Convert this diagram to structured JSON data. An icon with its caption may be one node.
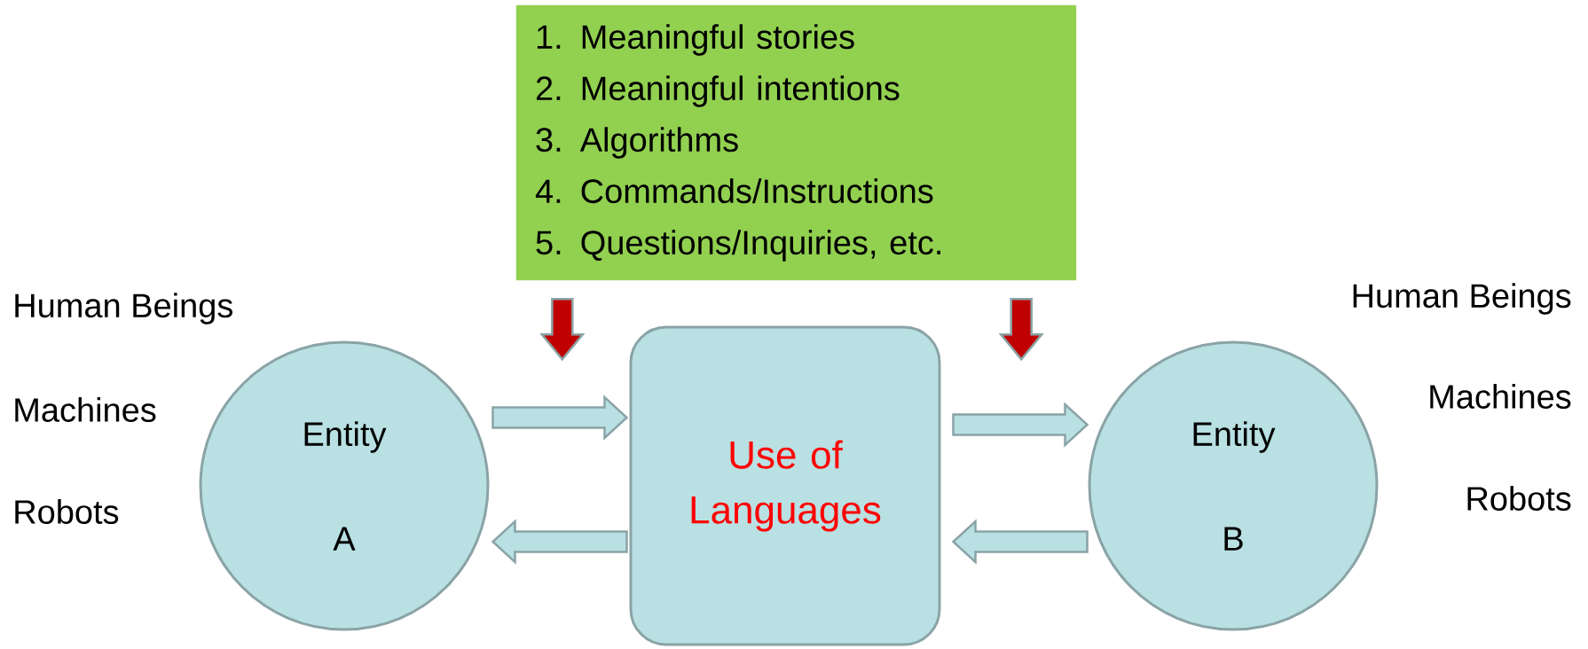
{
  "diagram": {
    "nodes": [
      {
        "text": [
          "1. Meaningful stories",
          "2. Meaningful intentions",
          "3. Algorithms",
          "4. Commands/Instructions",
          "5. Questions/Inquiries, etc."
        ]
      },
      {
        "text": [
          "Entity",
          "A"
        ],
        "beside": [
          "Human Beings",
          "Machines",
          "Robots"
        ]
      },
      {
        "text": [
          "Use of Languages"
        ]
      },
      {
        "text": [
          "Entity",
          "B"
        ],
        "beside": [
          "Human Beings",
          "Machines",
          "Robots"
        ]
      }
    ],
    "edges": [
      {
        "from": 1,
        "to": 2,
        "arrow": "to"
      },
      {
        "from": 2,
        "to": 1,
        "arrow": "to"
      },
      {
        "from": 2,
        "to": 3,
        "arrow": "to"
      },
      {
        "from": 3,
        "to": 2,
        "arrow": "to"
      },
      {
        "from": 0,
        "to": null,
        "arrow": "to",
        "color": "#c00000"
      },
      {
        "from": 0,
        "to": null,
        "arrow": "to",
        "color": "#c00000"
      }
    ]
  }
}
